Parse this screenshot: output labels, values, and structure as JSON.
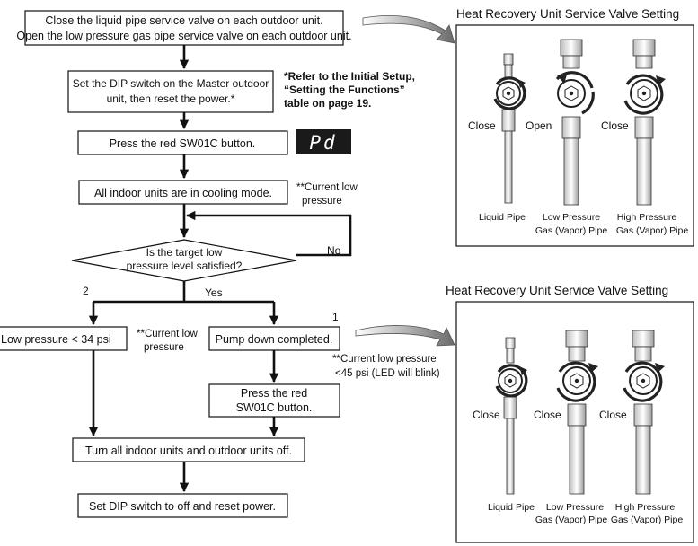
{
  "flow": {
    "step1_line1": "Close the liquid pipe service valve on each outdoor unit.",
    "step1_line2": "Open the low pressure gas pipe service valve on each outdoor unit.",
    "step2_line1": "Set the DIP switch on the Master outdoor",
    "step2_line2": "unit, then reset the power.*",
    "note_ref_line1": "*Refer to the Initial Setup,",
    "note_ref_line2": "“Setting the Functions”",
    "note_ref_line3": "table on page 19.",
    "step3": "Press the red SW01C button.",
    "display_code": "Pd",
    "step4": "All indoor units are in cooling mode.",
    "note_pressure_line1": "**Current low",
    "note_pressure_line2": "pressure",
    "decision_line1": "Is the target low",
    "decision_line2": "pressure level satisfied?",
    "no_label": "No",
    "yes_label": "Yes",
    "branch2": "2",
    "branch1": "1",
    "left_box": "Low pressure < 34 psi",
    "left_note_line1": "**Current low",
    "left_note_line2": "pressure",
    "right_box": "Pump down completed.",
    "right_note_line1": "**Current low pressure",
    "right_note_line2": "<45 psi (LED will blink)",
    "press_again_line1": "Press the red",
    "press_again_line2": "SW01C button.",
    "turn_off": "Turn all indoor units and outdoor units off.",
    "final": "Set DIP switch to off and reset power."
  },
  "panel1": {
    "title": "Heat Recovery Unit Service Valve Setting",
    "valves": [
      {
        "state": "Close",
        "label_line1": "Liquid Pipe",
        "label_line2": ""
      },
      {
        "state": "Open",
        "label_line1": "Low Pressure",
        "label_line2": "Gas (Vapor) Pipe"
      },
      {
        "state": "Close",
        "label_line1": "High Pressure",
        "label_line2": "Gas (Vapor) Pipe"
      }
    ]
  },
  "panel2": {
    "title": "Heat Recovery Unit Service Valve Setting",
    "valves": [
      {
        "state": "Close",
        "label_line1": "Liquid Pipe",
        "label_line2": ""
      },
      {
        "state": "Close",
        "label_line1": "Low Pressure",
        "label_line2": "Gas (Vapor) Pipe"
      },
      {
        "state": "Close",
        "label_line1": "High Pressure",
        "label_line2": "Gas (Vapor) Pipe"
      }
    ]
  }
}
